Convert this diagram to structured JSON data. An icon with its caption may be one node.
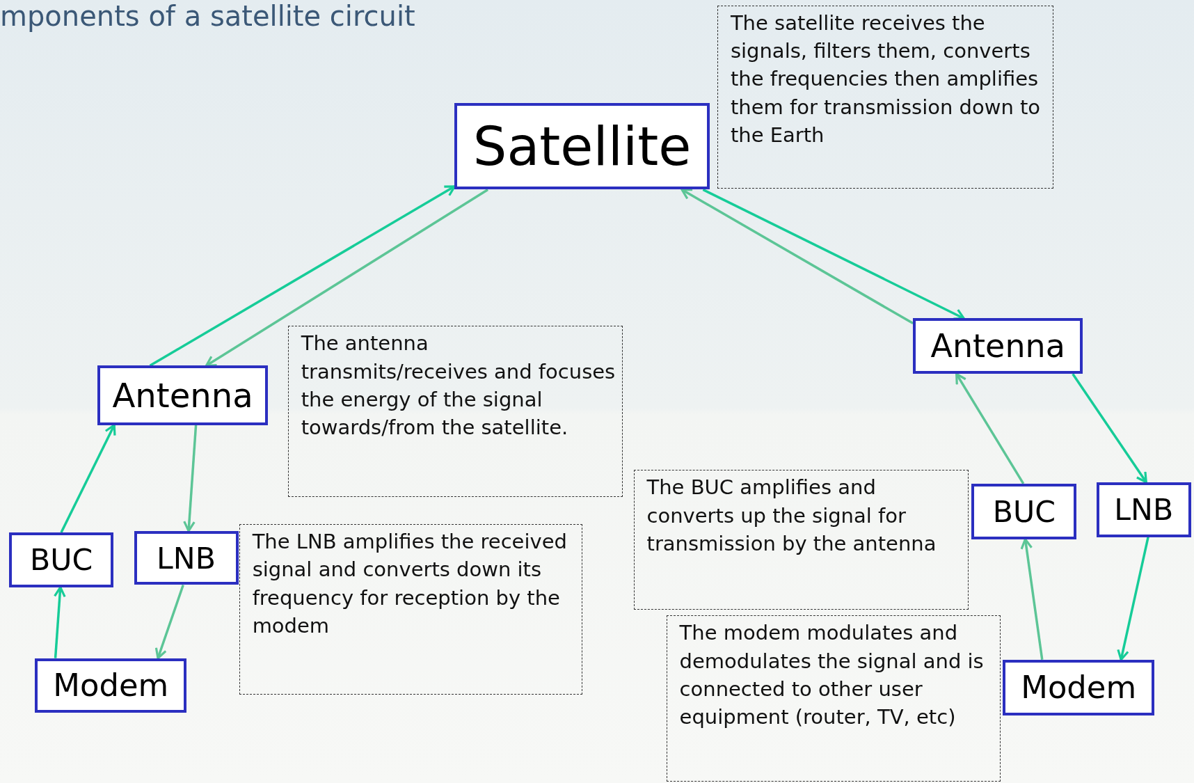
{
  "diagram": {
    "title": "mponents of a satellite circuit",
    "nodes": [
      {
        "text": [
          "Satellite"
        ]
      },
      {
        "text": [
          "The satellite receives the signals, filters them, converts the frequencies then amplifies them for transmission down to the Earth"
        ]
      },
      {
        "text": [
          "Antenna"
        ]
      },
      {
        "text": [
          "The antenna transmits/receives and focuses the energy of the signal towards/from the satellite."
        ]
      },
      {
        "text": [
          "Antenna"
        ]
      },
      {
        "text": [
          "BUC"
        ]
      },
      {
        "text": [
          "LNB"
        ]
      },
      {
        "text": [
          "The LNB amplifies the received signal and converts down its frequency for reception by the modem"
        ]
      },
      {
        "text": [
          "Modem"
        ]
      },
      {
        "text": [
          "The BUC amplifies and converts up the signal for transmission by the antenna"
        ]
      },
      {
        "text": [
          "The modem modulates and demodulates the signal and is connected to other user equipment (router, TV, etc)"
        ]
      },
      {
        "text": [
          "BUC"
        ]
      },
      {
        "text": [
          "LNB"
        ]
      },
      {
        "text": [
          "Modem"
        ]
      }
    ],
    "edges": [
      {
        "from": 2,
        "to": 0,
        "arrow": "to"
      },
      {
        "from": 0,
        "to": 2,
        "arrow": "to",
        "color": "#5cc596"
      },
      {
        "from": 0,
        "to": 4,
        "arrow": "to"
      },
      {
        "from": 4,
        "to": 0,
        "arrow": "to",
        "color": "#5cc596"
      },
      {
        "from": 5,
        "to": 2,
        "arrow": "to"
      },
      {
        "from": 2,
        "to": 6,
        "arrow": "to",
        "color": "#5cc596"
      },
      {
        "from": 8,
        "to": 5,
        "arrow": "to"
      },
      {
        "from": 6,
        "to": 8,
        "arrow": "to",
        "color": "#5cc596"
      },
      {
        "from": 11,
        "to": 4,
        "arrow": "to",
        "color": "#5cc596"
      },
      {
        "from": 4,
        "to": 12,
        "arrow": "to"
      },
      {
        "from": 13,
        "to": 11,
        "arrow": "to",
        "color": "#5cc596"
      },
      {
        "from": 12,
        "to": 13,
        "arrow": "to"
      }
    ]
  }
}
